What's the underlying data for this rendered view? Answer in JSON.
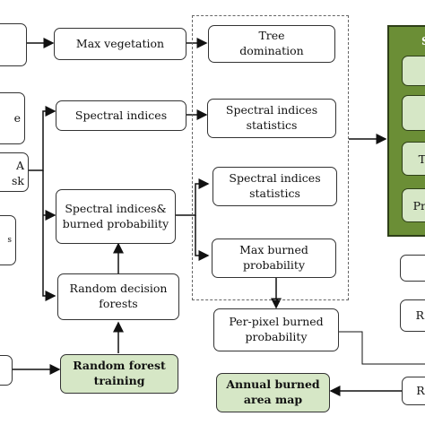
{
  "nodes": {
    "max_vegetation": "Max vegetation",
    "tree_domination": "Tree domination",
    "spectral_indices": "Spectral indices",
    "spectral_indices_statistics_1": "Spectral indices statistics",
    "spectral_indices_statistics_2": "Spectral indices statistics",
    "spectral_indices_burned_probability": "Spectral indices& burned probability",
    "max_burned_probability": "Max burned probability",
    "random_decision_forests": "Random decision forests",
    "per_pixel_burned_probability": "Per-pixel burned probability",
    "random_forest_training": "Random forest training",
    "annual_burned_area_map": "Annual burned area map"
  },
  "clipped_fragments": {
    "left_e": "e",
    "left_a": "A",
    "left_sk": "sk",
    "left_small": "s",
    "panel_s": "S",
    "panel_t": "T",
    "panel_pr": "Pr",
    "right_r1": "R",
    "right_r2": "Re"
  },
  "colors": {
    "process_fill": "#d6e7c6",
    "panel_fill": "#6b8e36",
    "border": "#333333"
  }
}
